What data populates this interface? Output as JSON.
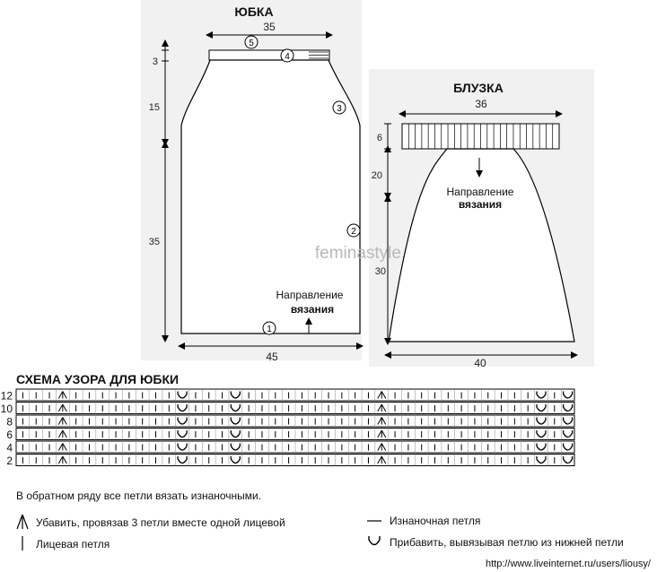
{
  "skirt": {
    "title": "ЮБКА",
    "top_width": "35",
    "bottom_width": "45",
    "h_waistband": "3",
    "h_upper": "15",
    "h_lower": "35",
    "markers": [
      "1",
      "2",
      "3",
      "4",
      "5"
    ],
    "direction_line1": "Направление",
    "direction_line2": "вязания"
  },
  "blouse": {
    "title": "БЛУЗКА",
    "top_width": "36",
    "bottom_width": "40",
    "h_band": "6",
    "h_upper": "20",
    "h_lower": "30",
    "direction_line1": "Направление",
    "direction_line2": "вязания"
  },
  "watermark": "feminastyle.ru",
  "pattern": {
    "title": "СХЕМА УЗОРА ДЛЯ ЮБКИ",
    "row_labels": [
      "12",
      "10",
      "8",
      "6",
      "4",
      "2"
    ],
    "note": "В обратном ряду все петли вязать изнаночными.",
    "columns": [
      "k",
      "k",
      "k",
      "dec",
      "k",
      "k",
      "k",
      "k",
      "k",
      "k",
      "k",
      "k",
      "inc",
      "k",
      "k",
      "k",
      "inc",
      "k",
      "k",
      "k",
      "k",
      "k",
      "k",
      "k",
      "k",
      "k",
      "k",
      "dec",
      "k",
      "k",
      "k",
      "k",
      "k",
      "k",
      "k",
      "k",
      "k",
      "k",
      "k",
      "inc",
      "k",
      "inc"
    ]
  },
  "legend": {
    "dec": "Убавить, провязав 3 петли вместе одной лицевой",
    "knit": "Лицевая петля",
    "purl": "Изнаночная петля",
    "inc": "Прибавить, вывязывая петлю из нижней петли"
  },
  "footer_url": "http://www.liveinternet.ru/users/liousy/"
}
